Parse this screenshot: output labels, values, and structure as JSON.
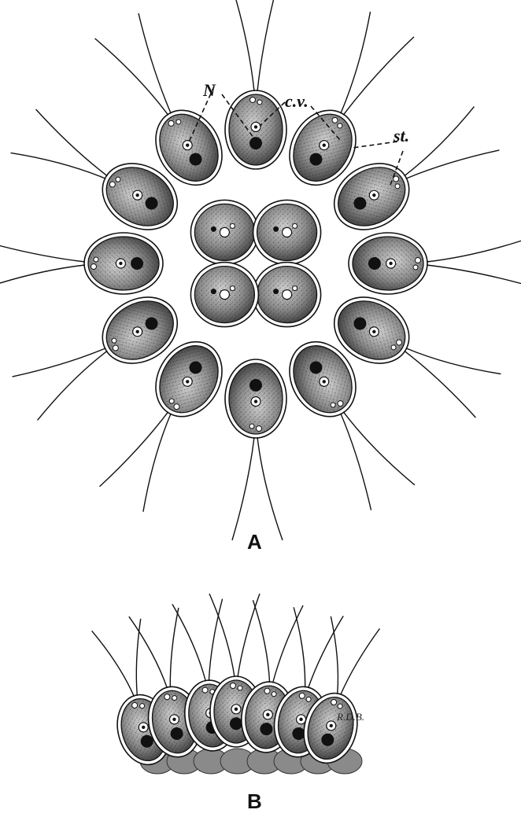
{
  "figure": {
    "labels": {
      "nucleus": "N",
      "contractile_vacuole": "c.v.",
      "stigma": "st."
    },
    "panels": {
      "a": "A",
      "b": "B"
    },
    "artist_signature": "R.D.B."
  }
}
